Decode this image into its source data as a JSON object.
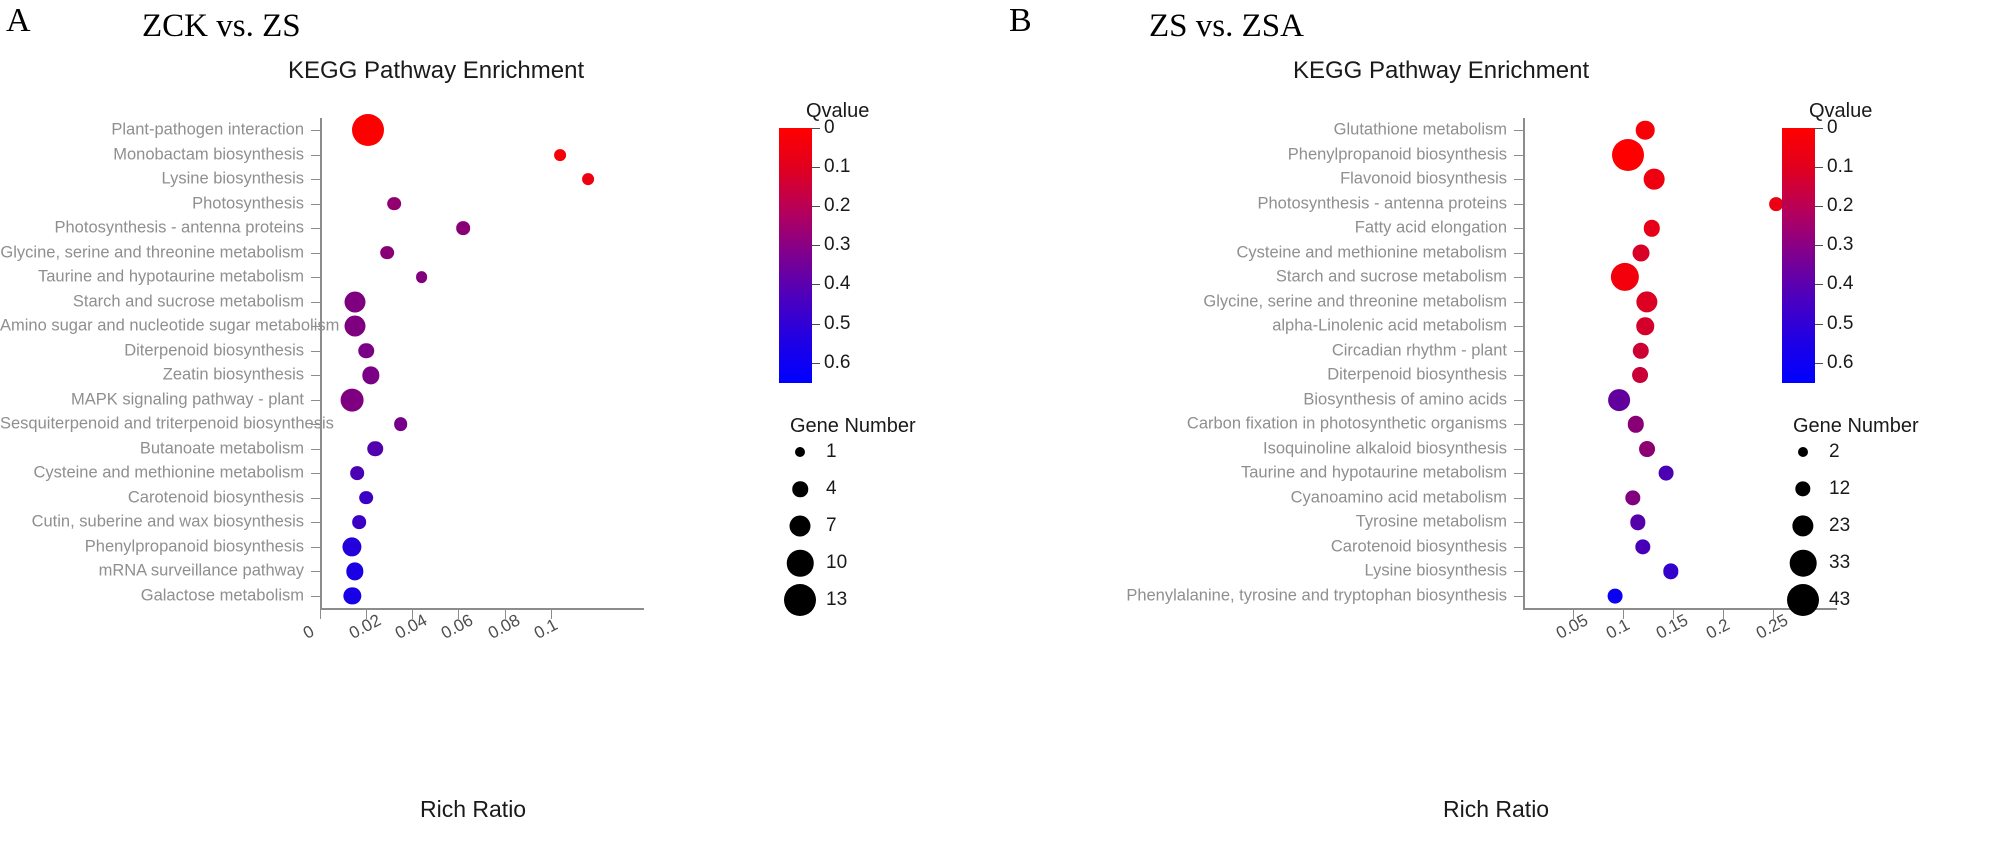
{
  "figure": {
    "panels": [
      {
        "letter": "A",
        "heading": "ZCK vs. ZS",
        "chart_title": "KEGG Pathway Enrichment"
      },
      {
        "letter": "B",
        "heading": "ZS vs. ZSA",
        "chart_title": "KEGG Pathway Enrichment"
      }
    ]
  },
  "legend": {
    "qvalue_title": "Qvalue",
    "qvalue_ticks": [
      "0",
      "0.1",
      "0.2",
      "0.3",
      "0.4",
      "0.5",
      "0.6"
    ],
    "gene_number_title": "Gene Number",
    "colors": {
      "high": "#ff0000",
      "mid": "#7d0090",
      "low": "#0000ff",
      "axis": "#8c8c8c",
      "label": "#8f8f8f"
    }
  },
  "chart_data": [
    {
      "type": "scatter",
      "panel": "A",
      "title": "KEGG Pathway Enrichment",
      "subtitle": "ZCK vs. ZS",
      "xlabel": "Rich Ratio",
      "ylabel": "",
      "xlim": [
        0,
        0.13
      ],
      "xticks": [
        0,
        0.02,
        0.04,
        0.06,
        0.08,
        0.1
      ],
      "xtick_labels": [
        "0",
        "0.02",
        "0.04",
        "0.06",
        "0.08",
        "0.1"
      ],
      "grid": false,
      "legend_position": "right",
      "size_legend": {
        "title": "Gene Number",
        "values": [
          1,
          4,
          7,
          10,
          13
        ]
      },
      "color_legend": {
        "title": "Qvalue",
        "ticks": [
          0,
          0.1,
          0.2,
          0.3,
          0.4,
          0.5,
          0.6
        ],
        "cmap": "red-to-blue"
      },
      "categories": [
        "Plant-pathogen interaction",
        "Monobactam biosynthesis",
        "Lysine biosynthesis",
        "Photosynthesis",
        "Photosynthesis - antenna proteins",
        "Glycine, serine and threonine metabolism",
        "Taurine and hypotaurine metabolism",
        "Starch and sucrose metabolism",
        "Amino sugar and nucleotide sugar metabolism",
        "Diterpenoid biosynthesis",
        "Zeatin biosynthesis",
        "MAPK signaling pathway - plant",
        "Sesquiterpenoid and triterpenoid biosynthesis",
        "Butanoate metabolism",
        "Cysteine and methionine metabolism",
        "Carotenoid biosynthesis",
        "Cutin, suberine and wax biosynthesis",
        "Phenylpropanoid biosynthesis",
        "mRNA surveillance pathway",
        "Galactose metabolism"
      ],
      "rich_ratio": [
        0.021,
        0.104,
        0.116,
        0.032,
        0.062,
        0.029,
        0.044,
        0.015,
        0.015,
        0.02,
        0.022,
        0.014,
        0.035,
        0.024,
        0.016,
        0.02,
        0.017,
        0.014,
        0.015,
        0.014
      ],
      "qvalue": [
        0.0,
        0.02,
        0.04,
        0.28,
        0.3,
        0.3,
        0.32,
        0.33,
        0.33,
        0.34,
        0.34,
        0.33,
        0.35,
        0.44,
        0.46,
        0.5,
        0.5,
        0.56,
        0.58,
        0.59
      ],
      "gene_number": [
        13,
        2,
        2,
        3,
        3,
        3,
        2,
        7,
        7,
        4,
        5,
        8,
        3,
        4,
        3,
        3,
        3,
        6,
        5,
        5
      ]
    },
    {
      "type": "scatter",
      "panel": "B",
      "title": "KEGG Pathway Enrichment",
      "subtitle": "ZS vs. ZSA",
      "xlabel": "Rich Ratio",
      "ylabel": "",
      "xlim": [
        0,
        0.29
      ],
      "xticks": [
        0.05,
        0.1,
        0.15,
        0.2,
        0.25
      ],
      "xtick_labels": [
        "0.05",
        "0.1",
        "0.15",
        "0.2",
        "0.25"
      ],
      "grid": false,
      "legend_position": "right",
      "size_legend": {
        "title": "Gene Number",
        "values": [
          2,
          12,
          23,
          33,
          43
        ]
      },
      "color_legend": {
        "title": "Qvalue",
        "ticks": [
          0,
          0.1,
          0.2,
          0.3,
          0.4,
          0.5,
          0.6
        ],
        "cmap": "red-to-blue"
      },
      "categories": [
        "Glutathione metabolism",
        "Phenylpropanoid biosynthesis",
        "Flavonoid biosynthesis",
        "Photosynthesis - antenna proteins",
        "Fatty acid elongation",
        "Cysteine and methionine metabolism",
        "Starch and sucrose metabolism",
        "Glycine, serine and threonine metabolism",
        "alpha-Linolenic acid metabolism",
        "Circadian rhythm - plant",
        "Diterpenoid biosynthesis",
        "Biosynthesis of amino acids",
        "Carbon fixation in photosynthetic organisms",
        "Isoquinoline alkaloid biosynthesis",
        "Taurine and hypotaurine metabolism",
        "Cyanoamino acid metabolism",
        "Tyrosine metabolism",
        "Carotenoid biosynthesis",
        "Lysine biosynthesis",
        "Phenylalanine, tyrosine and tryptophan biosynthesis"
      ],
      "rich_ratio": [
        0.122,
        0.105,
        0.131,
        0.253,
        0.129,
        0.118,
        0.102,
        0.124,
        0.122,
        0.118,
        0.117,
        0.096,
        0.113,
        0.124,
        0.143,
        0.11,
        0.115,
        0.12,
        0.148,
        0.092
      ],
      "qvalue": [
        0.02,
        0.0,
        0.04,
        0.05,
        0.06,
        0.1,
        0.03,
        0.09,
        0.11,
        0.13,
        0.14,
        0.4,
        0.3,
        0.29,
        0.46,
        0.32,
        0.43,
        0.47,
        0.52,
        0.62
      ],
      "gene_number": [
        18,
        43,
        22,
        9,
        14,
        15,
        36,
        23,
        16,
        14,
        13,
        24,
        14,
        13,
        11,
        12,
        12,
        12,
        12,
        11
      ]
    }
  ]
}
